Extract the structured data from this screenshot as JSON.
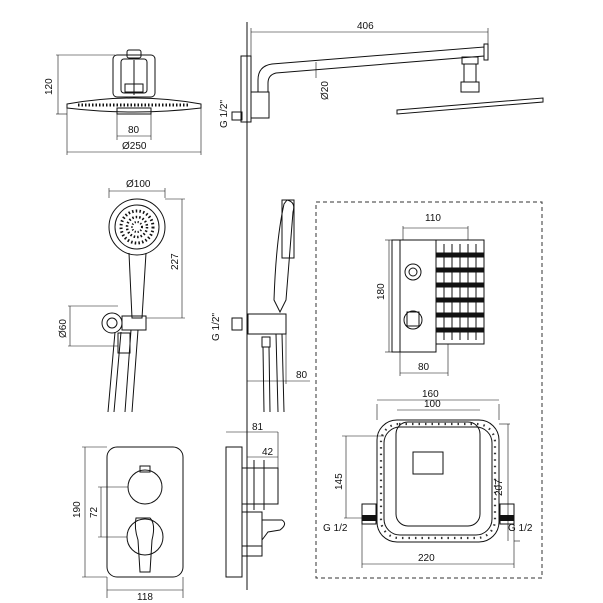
{
  "dimensions": {
    "head_height": "120",
    "head_inner": "80",
    "head_diameter": "Ø250",
    "arm_length": "406",
    "arm_diameter": "Ø20",
    "thread_top": "G 1/2\"",
    "hand_diameter": "Ø100",
    "hand_length": "227",
    "holder_diameter": "Ø60",
    "thread_mid": "G 1/2\"",
    "holder_depth": "80",
    "box_width": "110",
    "box_height": "180",
    "box_depth": "80",
    "mixer_height": "190",
    "mixer_inner": "72",
    "mixer_width": "118",
    "mixer_depth": "81",
    "mixer_depth_inner": "42",
    "plate_outer": "160",
    "plate_inner": "100",
    "plate_height_left": "145",
    "plate_height_right": "207",
    "plate_width": "220",
    "thread_left": "G 1/2",
    "thread_right": "G 1/2"
  }
}
